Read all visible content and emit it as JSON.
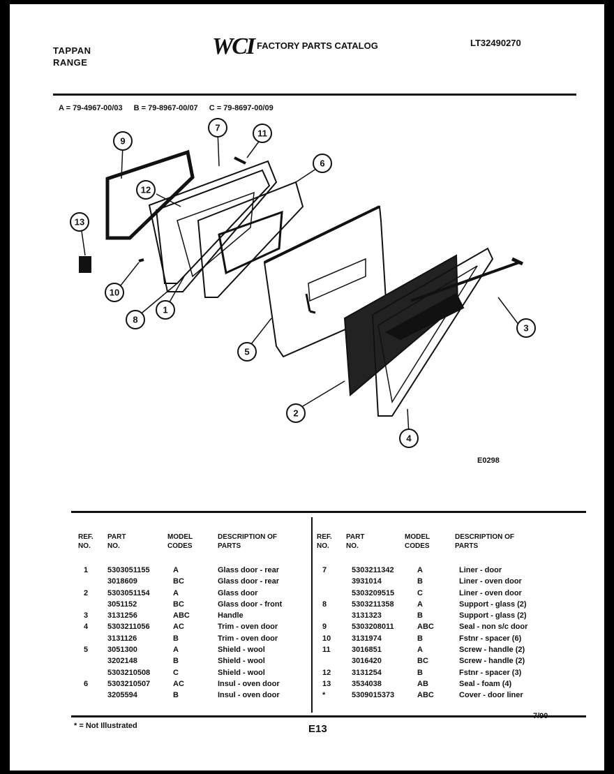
{
  "header": {
    "brand_line1": "TAPPAN",
    "brand_line2": "RANGE",
    "logo": "WCI",
    "catalog_title": "FACTORY PARTS CATALOG",
    "model_number": "LT32490270"
  },
  "model_codes": [
    "A = 79-4967-00/03",
    "B = 79-8967-00/07",
    "C = 79-8697-00/09"
  ],
  "diagram": {
    "figure_id": "E0298",
    "callouts": [
      "1",
      "2",
      "3",
      "4",
      "5",
      "6",
      "7",
      "8",
      "9",
      "10",
      "11",
      "12",
      "13"
    ]
  },
  "table": {
    "headers": {
      "ref": "REF. NO.",
      "part": "PART NO.",
      "model": "MODEL CODES",
      "desc": "DESCRIPTION OF PARTS"
    },
    "left_rows": [
      {
        "ref": "1",
        "part": "5303051155",
        "model": "A",
        "desc": "Glass door - rear"
      },
      {
        "ref": "",
        "part": "3018609",
        "model": "BC",
        "desc": "Glass door - rear"
      },
      {
        "ref": "2",
        "part": "5303051154",
        "model": "A",
        "desc": "Glass door"
      },
      {
        "ref": "",
        "part": "3051152",
        "model": "BC",
        "desc": "Glass door - front"
      },
      {
        "ref": "3",
        "part": "3131256",
        "model": "ABC",
        "desc": "Handle"
      },
      {
        "ref": "4",
        "part": "5303211056",
        "model": "AC",
        "desc": "Trim - oven door"
      },
      {
        "ref": "",
        "part": "3131126",
        "model": "B",
        "desc": "Trim - oven door"
      },
      {
        "ref": "5",
        "part": "3051300",
        "model": "A",
        "desc": "Shield - wool"
      },
      {
        "ref": "",
        "part": "3202148",
        "model": "B",
        "desc": "Shield - wool"
      },
      {
        "ref": "",
        "part": "5303210508",
        "model": "C",
        "desc": "Shield - wool"
      },
      {
        "ref": "6",
        "part": "5303210507",
        "model": "AC",
        "desc": "Insul - oven door"
      },
      {
        "ref": "",
        "part": "3205594",
        "model": "B",
        "desc": "Insul - oven door"
      }
    ],
    "right_rows": [
      {
        "ref": "7",
        "part": "5303211342",
        "model": "A",
        "desc": "Liner - door"
      },
      {
        "ref": "",
        "part": "3931014",
        "model": "B",
        "desc": "Liner - oven door"
      },
      {
        "ref": "",
        "part": "5303209515",
        "model": "C",
        "desc": "Liner - oven door"
      },
      {
        "ref": "8",
        "part": "5303211358",
        "model": "A",
        "desc": "Support - glass (2)"
      },
      {
        "ref": "",
        "part": "3131323",
        "model": "B",
        "desc": "Support - glass (2)"
      },
      {
        "ref": "9",
        "part": "5303208011",
        "model": "ABC",
        "desc": "Seal - non s/c door"
      },
      {
        "ref": "10",
        "part": "3131974",
        "model": "B",
        "desc": "Fstnr - spacer (6)"
      },
      {
        "ref": "11",
        "part": "3016851",
        "model": "A",
        "desc": "Screw - handle (2)"
      },
      {
        "ref": "",
        "part": "3016420",
        "model": "BC",
        "desc": "Screw - handle (2)"
      },
      {
        "ref": "12",
        "part": "3131254",
        "model": "B",
        "desc": "Fstnr - spacer (3)"
      },
      {
        "ref": "13",
        "part": "3534038",
        "model": "AB",
        "desc": "Seal - foam (4)"
      },
      {
        "ref": "*",
        "part": "5309015373",
        "model": "ABC",
        "desc": "Cover - door liner"
      }
    ]
  },
  "footer": {
    "note": "* = Not Illustrated",
    "page_number": "E13",
    "date": "7/90"
  }
}
